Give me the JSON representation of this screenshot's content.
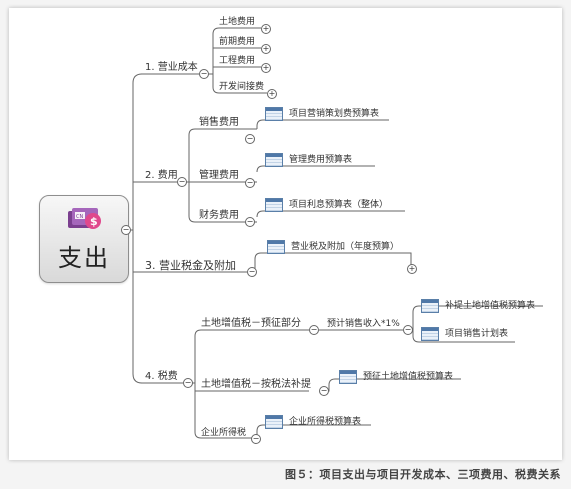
{
  "root": {
    "label": "支出",
    "icon": "money-card-icon",
    "icon_text": "CN"
  },
  "branches": [
    {
      "label": "1. 营业成本",
      "children": [
        "土地费用",
        "前期费用",
        "工程费用",
        "开发间接费"
      ]
    },
    {
      "label": "2. 费用",
      "children": [
        {
          "label": "销售费用",
          "table": "项目营销策划费预算表"
        },
        {
          "label": "管理费用",
          "table": "管理费用预算表"
        },
        {
          "label": "财务费用",
          "table": "项目利息预算表（整体）"
        }
      ]
    },
    {
      "label": "3. 营业税金及附加",
      "table": "营业税及附加（年度预算）"
    },
    {
      "label": "4. 税费",
      "children": [
        {
          "label": "土地增值税－预征部分",
          "sub": "预计销售收入*1%",
          "tables": [
            "补提土地增值税预算表",
            "项目销售计划表"
          ]
        },
        {
          "label": "土地增值税－按税法补提",
          "table": "预征土地增值税预算表"
        },
        {
          "label": "企业所得税",
          "table": "企业所得税预算表"
        }
      ]
    }
  ],
  "toggles": {
    "expanded": "−",
    "collapsed": "+"
  },
  "caption": "图５：项目支出与项目开发成本、三项费用、税费关系",
  "colors": {
    "line": "#555555",
    "table_header": "#4f78a8",
    "card": "#7b3f8f",
    "dollar": "#e0488c"
  }
}
